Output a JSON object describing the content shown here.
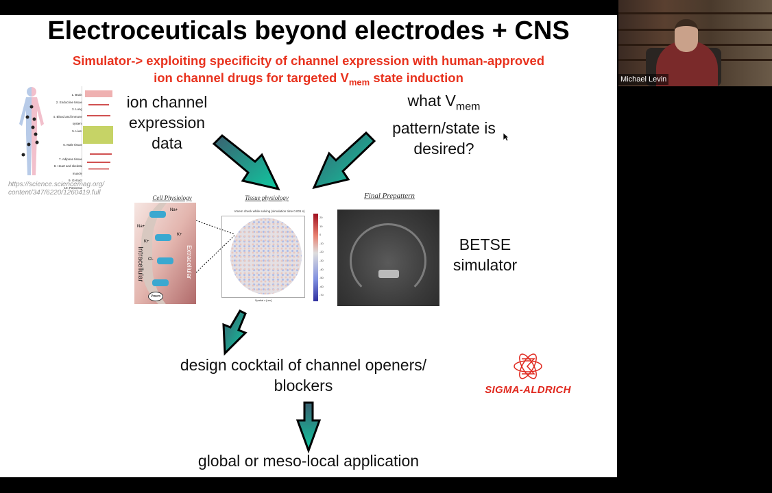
{
  "slide": {
    "title": "Electroceuticals beyond electrodes + CNS",
    "subtitle_line1": "Simulator-> exploiting specificity of channel expression with human-approved",
    "subtitle_line2_pre": "ion channel drugs for targeted V",
    "subtitle_line2_sub": "mem",
    "subtitle_line2_post": " state induction",
    "expr_label": [
      "ion channel",
      "expression",
      "data"
    ],
    "vmem_q_pre": "what V",
    "vmem_q_sub": "mem",
    "vmem_q_lines": [
      "pattern/state is",
      "desired?"
    ],
    "tissues": [
      "1. Brain",
      "2. Endocrine tissue",
      "3. Lung",
      "4. Blood and immune system",
      "5. Liver",
      "6. Male tissue",
      "7. Adipose tissue",
      "8. Heart and skeletal muscle",
      "9. GI-tract",
      "10. Pancreas"
    ],
    "source": [
      "https://science.sciencemag.org/",
      "content/347/6220/1260419.full"
    ],
    "cap_cell": "Cell Physiology",
    "cap_tissue": "Tissue physiology",
    "cap_final": "Final Prepattern",
    "cell_labels": {
      "na1": "Na+",
      "na2": "Na+",
      "k1": "K+",
      "k2": "K+",
      "cl": "Cl-",
      "intra": "Intracellular",
      "extra": "Extracellular",
      "vmem": "Vmem"
    },
    "plot_title": "Vmem check while solving (simulation time 0.001 s)",
    "plot_xlabel": "Spatial x [um]",
    "plot_cbar": [
      "20",
      "10",
      "0",
      "-10",
      "-20",
      "-30",
      "-40",
      "-50",
      "-60",
      "-70"
    ],
    "betse": [
      "BETSE",
      "simulator"
    ],
    "design": [
      "design cocktail of channel openers/",
      "blockers"
    ],
    "application": "global or meso-local application",
    "logo_text": "SIGMA-ALDRICH"
  },
  "video": {
    "participant_name": "Michael Levin"
  },
  "colors": {
    "accent_red": "#e8321e",
    "arrow_teal": "#1aa58f"
  }
}
